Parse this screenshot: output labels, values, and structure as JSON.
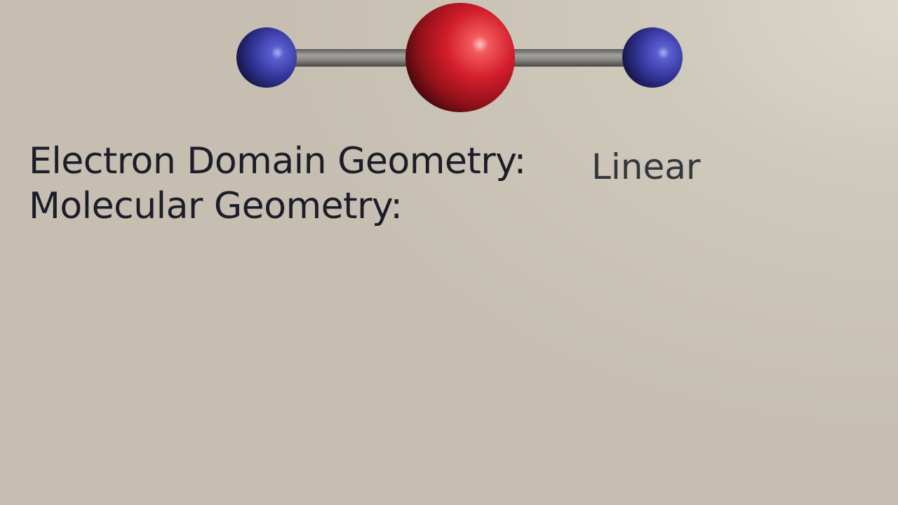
{
  "molecule": {
    "atoms": [
      {
        "name": "terminal-atom-left",
        "color": "#3a3aa8"
      },
      {
        "name": "central-atom",
        "color": "#d0202b"
      },
      {
        "name": "terminal-atom-right",
        "color": "#3a3aa8"
      }
    ],
    "bond_color": "#7d7b78"
  },
  "geometry": {
    "electron_domain_label": "Electron Domain Geometry:",
    "electron_domain_value": "Linear",
    "molecular_label": "Molecular Geometry:",
    "molecular_value": ""
  },
  "colors": {
    "background": "#c9c2b5",
    "label_text": "#1b1d29",
    "value_text": "#34373c"
  }
}
